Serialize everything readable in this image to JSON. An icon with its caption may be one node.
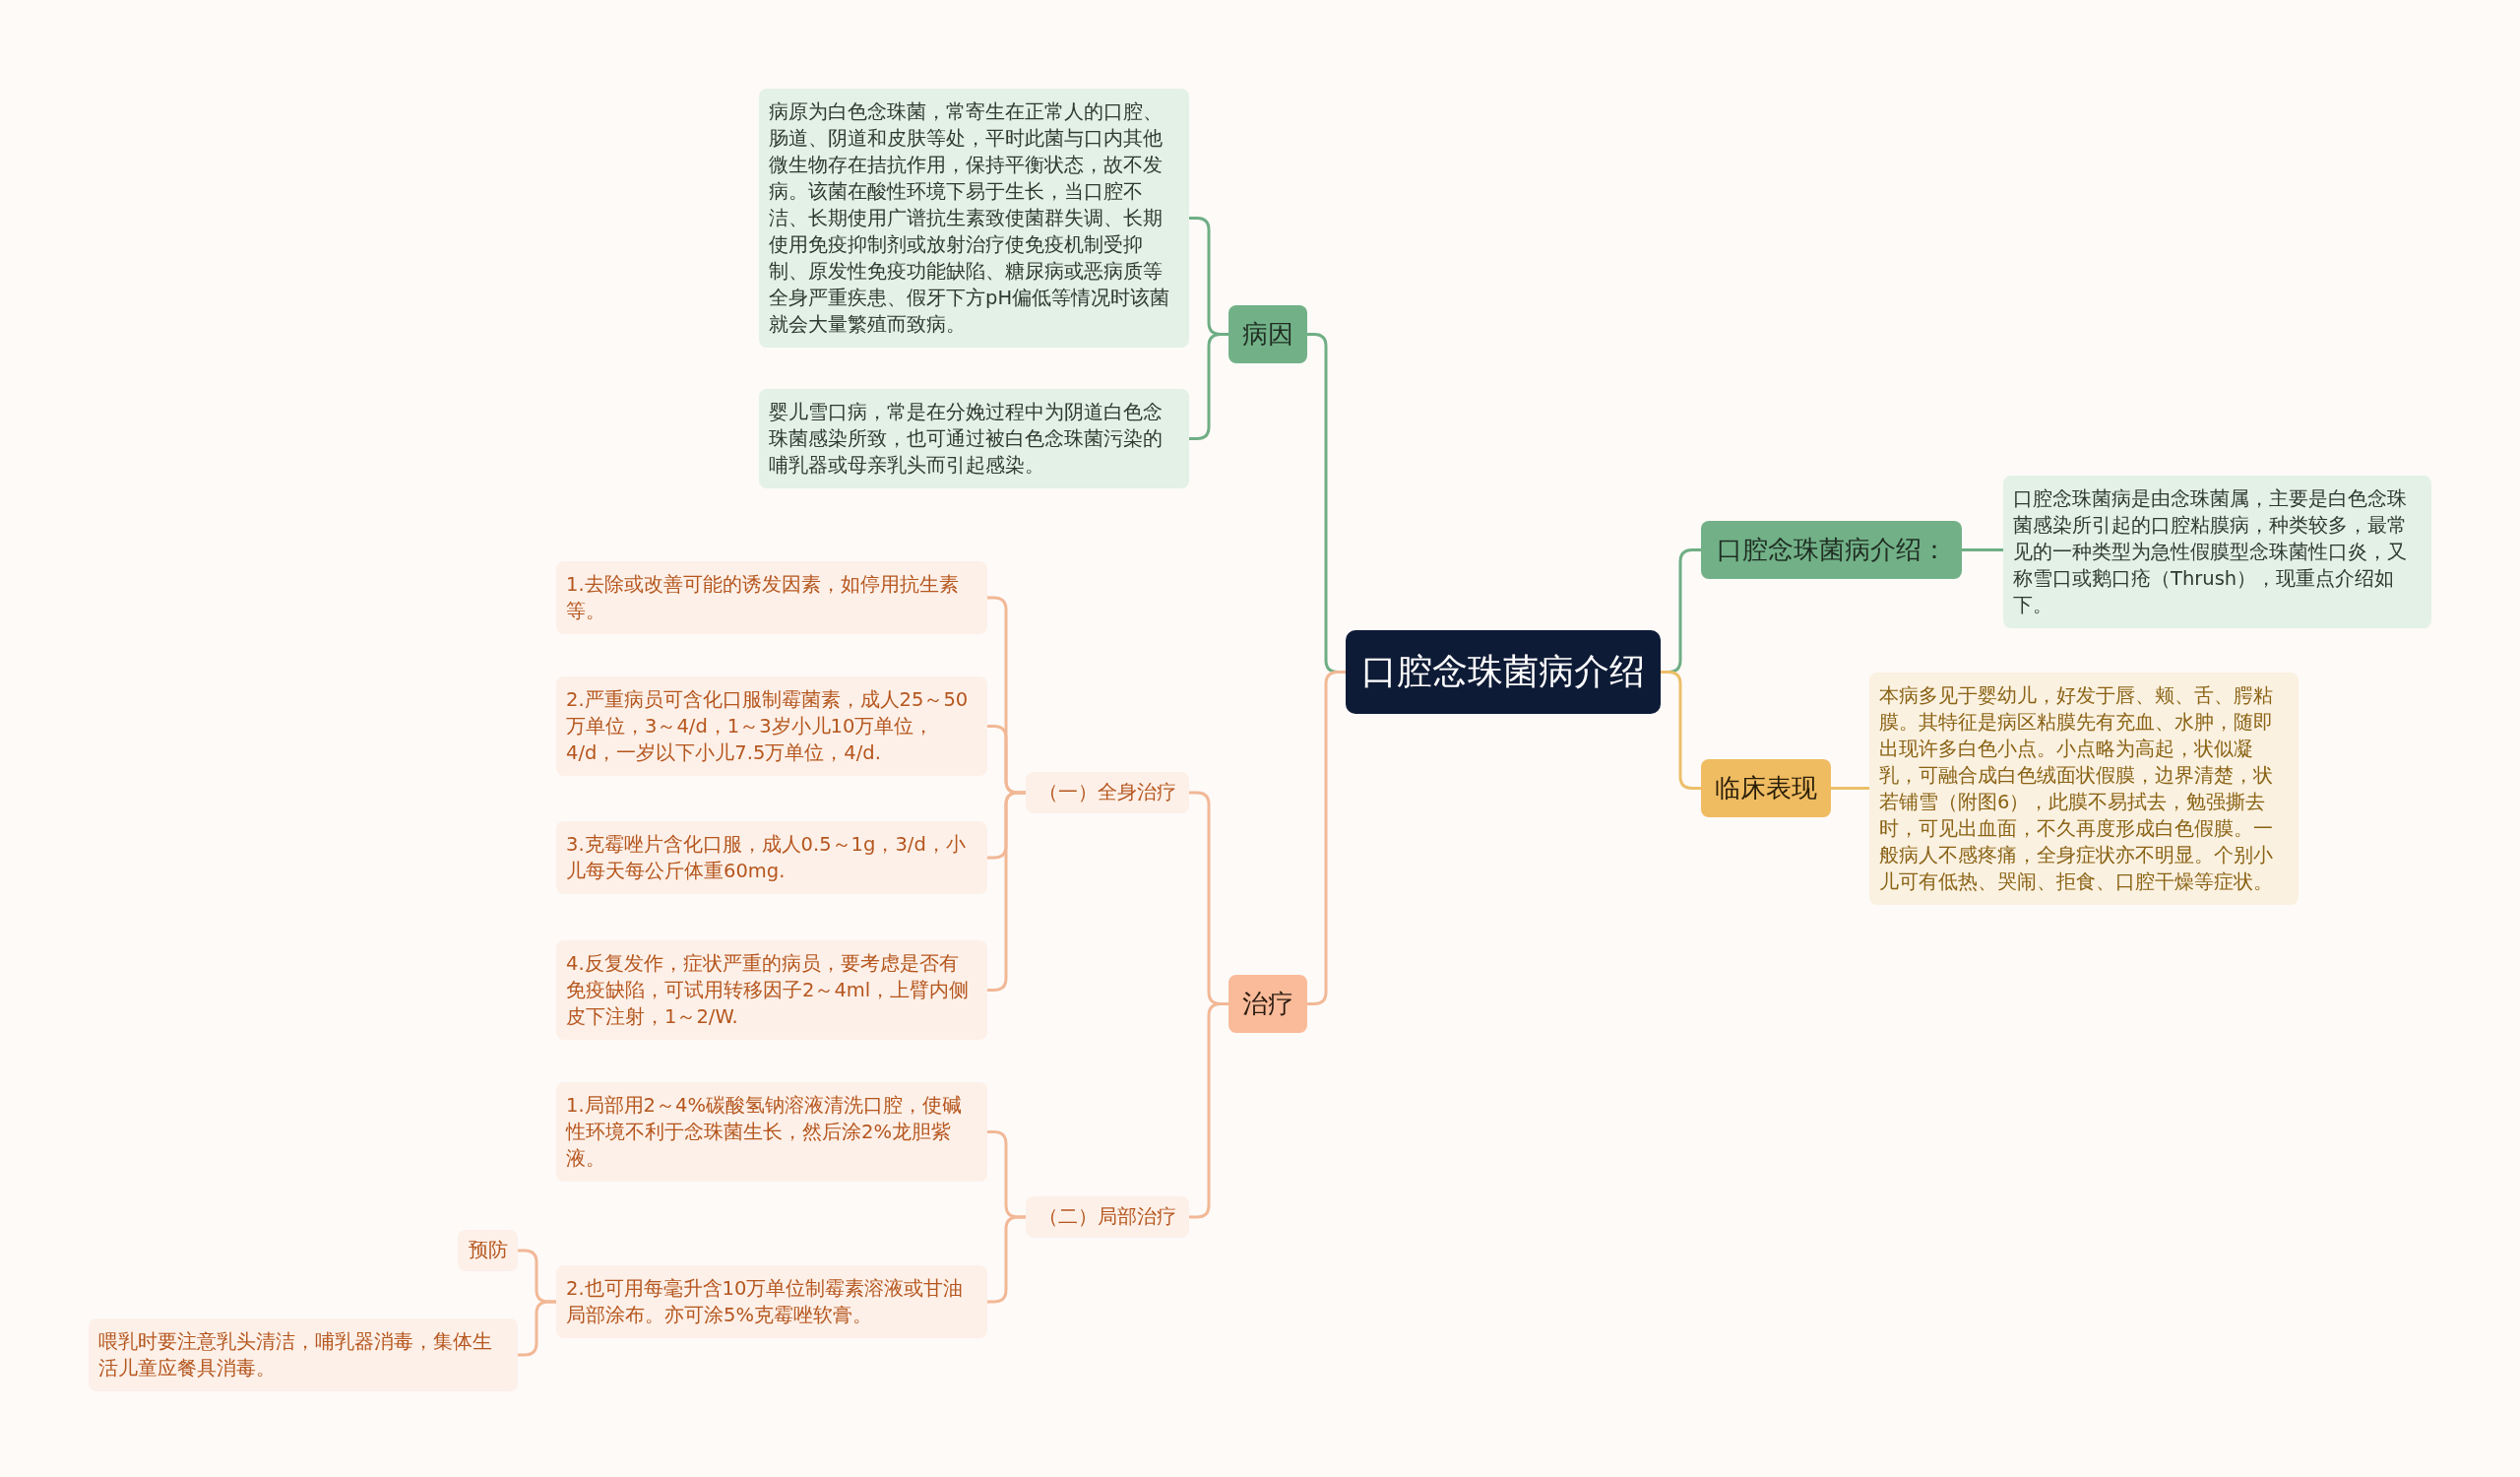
{
  "diagram": {
    "nodes": [
      {
        "text": [
          "口腔念珠菌病介绍"
        ]
      },
      {
        "text": [
          "病因"
        ]
      },
      {
        "text": [
          "病原为白色念珠菌，常寄生在正常人的口腔、肠道、阴道和皮肤等处，平时此菌与口内其他微生物存在拮抗作用，保持平衡状态，故不发病。该菌在酸性环境下易于生长，当口腔不洁、长期使用广谱抗生素致使菌群失调、长期使用免疫抑制剂或放射治疗使免疫机制受抑制、原发性免疫功能缺陷、糖尿病或恶病质等全身严重疾患、假牙下方pH偏低等情况时该菌就会大量繁殖而致病。"
        ]
      },
      {
        "text": [
          "婴儿雪口病，常是在分娩过程中为阴道白色念珠菌感染所致，也可通过被白色念珠菌污染的哺乳器或母亲乳头而引起感染。"
        ]
      },
      {
        "text": [
          "治疗"
        ]
      },
      {
        "text": [
          "（一）全身治疗"
        ]
      },
      {
        "text": [
          "1.去除或改善可能的诱发因素，如停用抗生素等。"
        ]
      },
      {
        "text": [
          "2.严重病员可含化口服制霉菌素，成人25～50万单位，3～4/d，1～3岁小儿10万单位，4/d，一岁以下小儿7.5万单位，4/d."
        ]
      },
      {
        "text": [
          "3.克霉唑片含化口服，成人0.5～1g，3/d，小儿每天每公斤体重60mg."
        ]
      },
      {
        "text": [
          "4.反复发作，症状严重的病员，要考虑是否有免疫缺陷，可试用转移因子2～4ml，上臂内侧皮下注射，1～2/W."
        ]
      },
      {
        "text": [
          "（二）局部治疗"
        ]
      },
      {
        "text": [
          "1.局部用2～4%碳酸氢钠溶液清洗口腔，使碱性环境不利于念珠菌生长，然后涂2%龙胆紫液。"
        ]
      },
      {
        "text": [
          "2.也可用每毫升含10万单位制霉素溶液或甘油局部涂布。亦可涂5%克霉唑软膏。"
        ]
      },
      {
        "text": [
          "预防"
        ]
      },
      {
        "text": [
          "喂乳时要注意乳头清洁，哺乳器消毒，集体生活儿童应餐具消毒。"
        ]
      },
      {
        "text": [
          "口腔念珠菌病介绍："
        ]
      },
      {
        "text": [
          "口腔念珠菌病是由念珠菌属，主要是白色念珠菌感染所引起的口腔粘膜病，种类较多，最常见的一种类型为急性假膜型念珠菌性口炎，又称雪口或鹅口疮（Thrush），现重点介绍如下。"
        ]
      },
      {
        "text": [
          "临床表现"
        ]
      },
      {
        "text": [
          "本病多见于婴幼儿，好发于唇、颊、舌、腭粘膜。其特征是病区粘膜先有充血、水肿，随即出现许多白色小点。小点略为高起，状似凝乳，可融合成白色绒面状假膜，边界清楚，状若铺雪（附图6），此膜不易拭去，勉强撕去时，可见出血面，不久再度形成白色假膜。一般病人不感疼痛，全身症状亦不明显。个别小儿可有低热、哭闹、拒食、口腔干燥等症状。"
        ]
      }
    ],
    "edges": [
      {
        "from": 0,
        "to": 1,
        "arrow": "none",
        "color": "#6fae84"
      },
      {
        "from": 1,
        "to": 2,
        "arrow": "none",
        "color": "#6fae84"
      },
      {
        "from": 1,
        "to": 3,
        "arrow": "none",
        "color": "#6fae84"
      },
      {
        "from": 0,
        "to": 4,
        "arrow": "none"
      },
      {
        "from": 4,
        "to": 5,
        "arrow": "none"
      },
      {
        "from": 5,
        "to": 6,
        "arrow": "none"
      },
      {
        "from": 5,
        "to": 7,
        "arrow": "none"
      },
      {
        "from": 5,
        "to": 8,
        "arrow": "none"
      },
      {
        "from": 5,
        "to": 9,
        "arrow": "none"
      },
      {
        "from": 4,
        "to": 10,
        "arrow": "none"
      },
      {
        "from": 10,
        "to": 11,
        "arrow": "none"
      },
      {
        "from": 10,
        "to": 12,
        "arrow": "none"
      },
      {
        "from": 12,
        "to": 13,
        "arrow": "none"
      },
      {
        "from": 12,
        "to": 14,
        "arrow": "none"
      },
      {
        "from": 0,
        "to": 15,
        "arrow": "none",
        "color": "#6fae84"
      },
      {
        "from": 15,
        "to": 16,
        "arrow": "none",
        "color": "#6fae84"
      },
      {
        "from": 0,
        "to": 17,
        "arrow": "none",
        "color": "#ecbf6a"
      },
      {
        "from": 17,
        "to": 18,
        "arrow": "none",
        "color": "#ecbf6a"
      }
    ]
  }
}
